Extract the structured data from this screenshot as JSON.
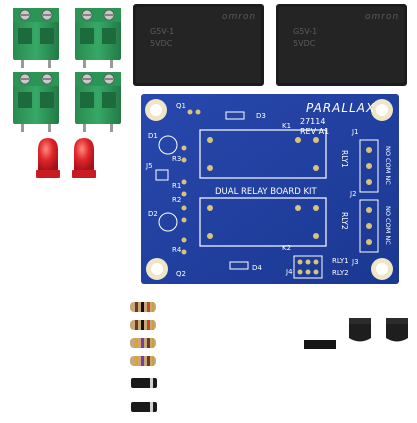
{
  "relays": {
    "brand": "omron",
    "model": "G5V-1",
    "rating": "5VDC"
  },
  "board": {
    "brand": "PARALLAX",
    "part_number": "27114",
    "revision": "REV A1",
    "kit_title": "DUAL RELAY BOARD KIT",
    "labels": {
      "d1": "D1",
      "d2": "D2",
      "d3": "D3",
      "d4": "D4",
      "j1": "J1",
      "j2": "J2",
      "j3": "J3",
      "j4": "J4",
      "j5": "J5",
      "q1": "Q1",
      "q2": "Q2",
      "r1": "R1",
      "r2": "R2",
      "r3": "R3",
      "r4": "R4",
      "k1": "K1",
      "k2": "K2",
      "rly1": "RLY1",
      "rly2": "RLY2",
      "rly1_bottom": "RLY1",
      "rly2_bottom": "RLY2",
      "no_com_nc_1": "NO COM NC",
      "no_com_nc_2": "NO COM NC"
    }
  },
  "colors": {
    "pcb_blue": "#1f3f9c",
    "terminal_green": "#2f9a5a",
    "led_red": "#e0262a",
    "relay_black": "#1c1c1c"
  }
}
